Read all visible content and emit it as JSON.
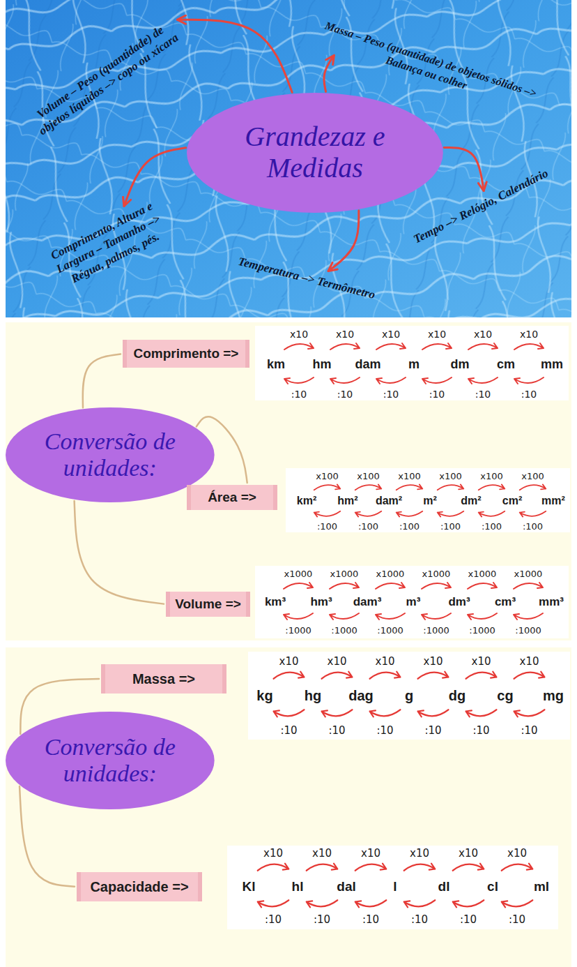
{
  "diagram": {
    "nodes": [
      {
        "text": [
          "Grandezaz e Medidas"
        ]
      },
      {
        "text": [
          "Volume – Peso (quantidade) de objetos líquidos –> copo ou xícara"
        ]
      },
      {
        "text": [
          "Massa – Peso (quantidade) de objetos sólidos –> Balança ou colher"
        ]
      },
      {
        "text": [
          "Comprimento, Altura e Largura – Tamanho –> Régua, palmos, pés."
        ]
      },
      {
        "text": [
          "Tempo –> Relógio, Calendário"
        ]
      },
      {
        "text": [
          "Temperatura –> Termômetro"
        ]
      },
      {
        "text": [
          "Comprimento =>"
        ]
      },
      {
        "text": [
          "x10",
          "x10",
          "x10",
          "x10",
          "x10",
          "x10",
          "km",
          "hm",
          "dam",
          "m",
          "dm",
          "cm",
          "mm",
          ":10",
          ":10",
          ":10",
          ":10",
          ":10",
          ":10"
        ]
      },
      {
        "text": [
          "Conversão de unidades:"
        ]
      },
      {
        "text": [
          "Área =>"
        ]
      },
      {
        "text": [
          "x100",
          "x100",
          "x100",
          "x100",
          "x100",
          "x100",
          "km²",
          "hm²",
          "dam²",
          "m²",
          "dm²",
          "cm²",
          "mm²",
          ":100",
          ":100",
          ":100",
          ":100",
          ":100",
          ":100"
        ]
      },
      {
        "text": [
          "Volume =>"
        ]
      },
      {
        "text": [
          "x1000",
          "x1000",
          "x1000",
          "x1000",
          "x1000",
          "x1000",
          "km³",
          "hm³",
          "dam³",
          "m³",
          "dm³",
          "cm³",
          "mm³",
          ":1000",
          ":1000",
          ":1000",
          ":1000",
          ":1000",
          ":1000"
        ]
      },
      {
        "text": [
          "Massa =>"
        ]
      },
      {
        "text": [
          "x10",
          "x10",
          "x10",
          "x10",
          "x10",
          "x10",
          "kg",
          "hg",
          "dag",
          "g",
          "dg",
          "cg",
          "mg",
          ":10",
          ":10",
          ":10",
          ":10",
          ":10",
          ":10"
        ]
      },
      {
        "text": [
          "Conversão de unidades:"
        ]
      },
      {
        "text": [
          "Capacidade =>"
        ]
      },
      {
        "text": [
          "x10",
          "x10",
          "x10",
          "x10",
          "x10",
          "x10",
          "Kl",
          "hl",
          "dal",
          "l",
          "dl",
          "cl",
          "ml",
          ":10",
          ":10",
          ":10",
          ":10",
          ":10",
          ":10"
        ]
      }
    ],
    "edges": [
      {
        "from": 0,
        "to": 1,
        "arrow": "to"
      },
      {
        "from": 0,
        "to": 2,
        "arrow": "to"
      },
      {
        "from": 0,
        "to": 3,
        "arrow": "to"
      },
      {
        "from": 0,
        "to": 4,
        "arrow": "to"
      },
      {
        "from": 0,
        "to": 5,
        "arrow": "to"
      },
      {
        "from": 8,
        "to": 6,
        "arrow": "none"
      },
      {
        "from": 8,
        "to": 9,
        "arrow": "none"
      },
      {
        "from": 8,
        "to": 11,
        "arrow": "none"
      },
      {
        "from": 15,
        "to": 13,
        "arrow": "none"
      },
      {
        "from": 15,
        "to": 16,
        "arrow": "none"
      }
    ]
  }
}
